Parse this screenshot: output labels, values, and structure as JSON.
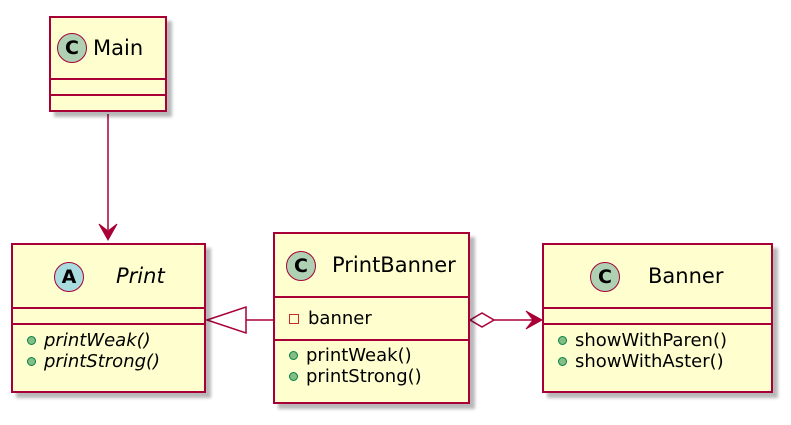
{
  "classes": {
    "main": {
      "stereotype": "C",
      "name": "Main",
      "fields": [],
      "methods": []
    },
    "print": {
      "stereotype": "A",
      "name": "Print",
      "fields": [],
      "methods": [
        "printWeak()",
        "printStrong()"
      ]
    },
    "printbanner": {
      "stereotype": "C",
      "name": "PrintBanner",
      "fields": [
        "banner"
      ],
      "methods": [
        "printWeak()",
        "printStrong()"
      ]
    },
    "banner": {
      "stereotype": "C",
      "name": "Banner",
      "fields": [],
      "methods": [
        "showWithParen()",
        "showWithAster()"
      ]
    }
  },
  "relations": [
    {
      "from": "main",
      "to": "print",
      "kind": "association-arrow"
    },
    {
      "from": "printbanner",
      "to": "print",
      "kind": "inheritance"
    },
    {
      "from": "printbanner",
      "to": "banner",
      "kind": "aggregation-arrow"
    }
  ],
  "colors": {
    "border": "#A80036",
    "fill": "#FEFECE",
    "class_badge": "#ADD1B2",
    "abstract_badge": "#A9DCDF",
    "public_marker": "#84BE84",
    "private_marker": "#C82930"
  }
}
